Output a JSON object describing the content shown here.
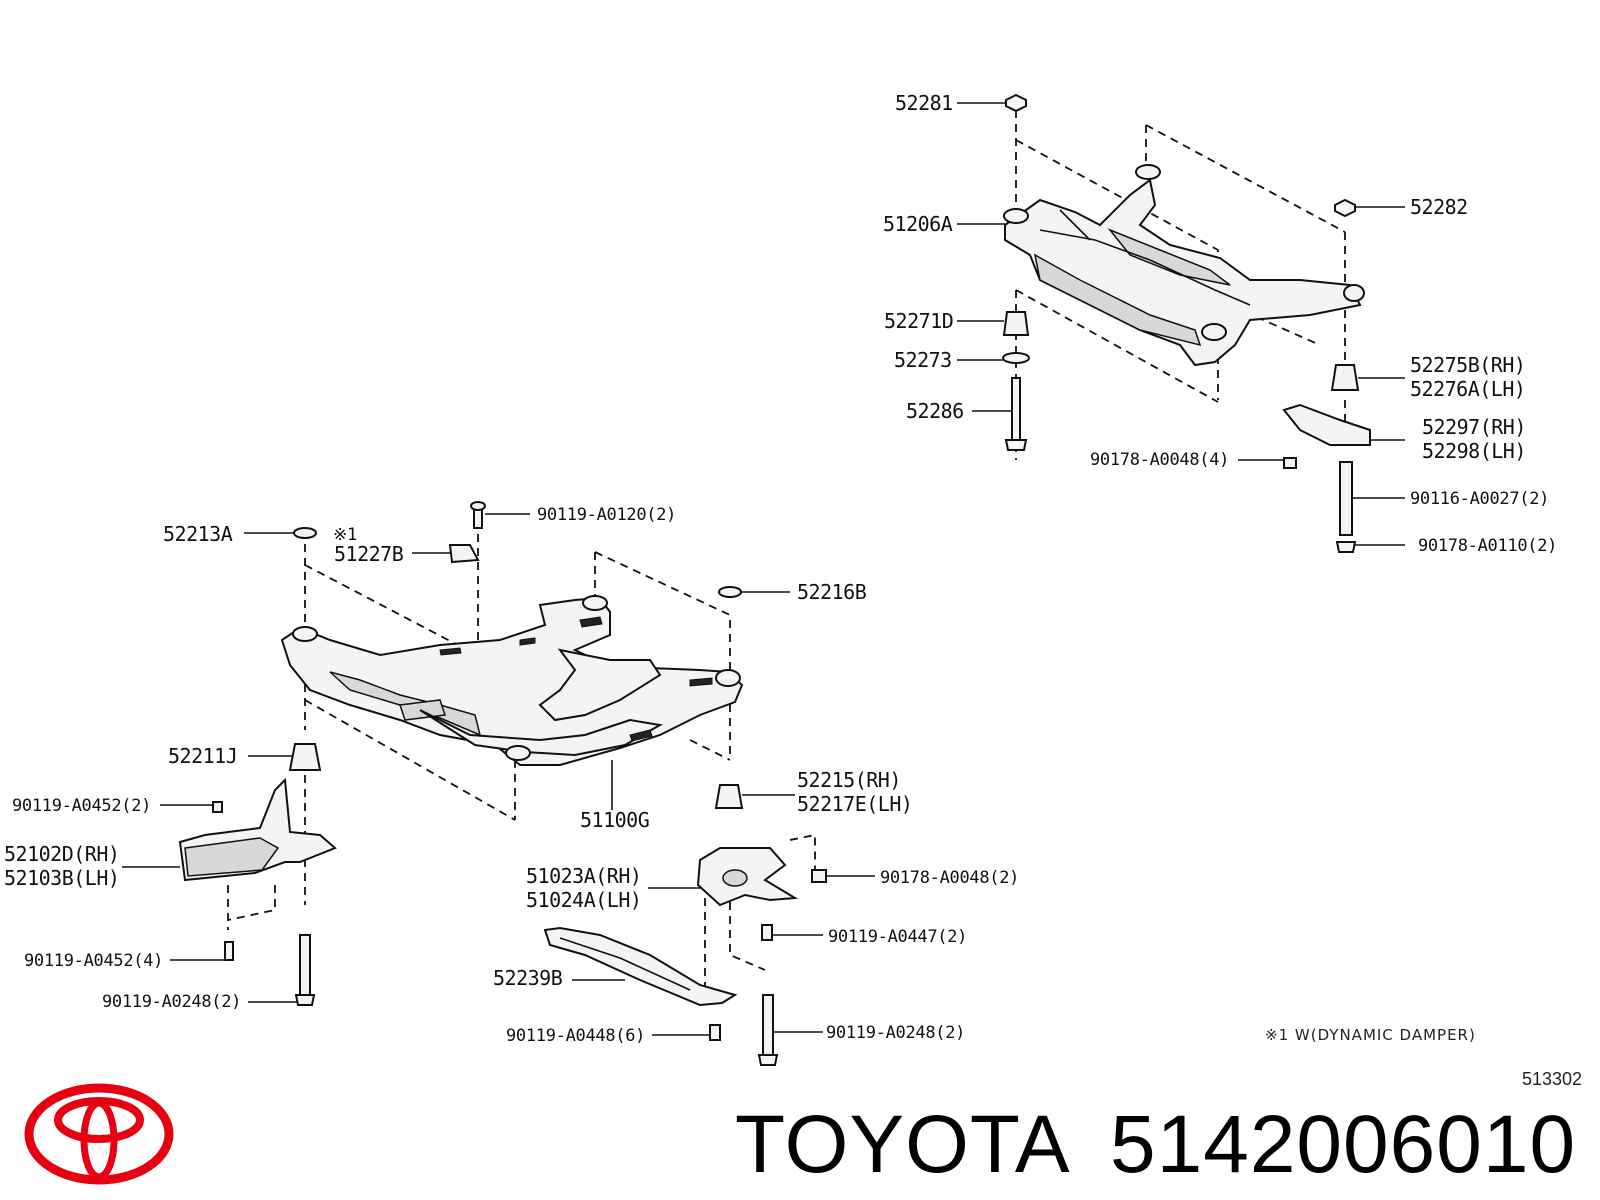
{
  "diagram": {
    "upper_labels": {
      "l52281": "52281",
      "l51206A": "51206A",
      "l52271D": "52271D",
      "l52273": "52273",
      "l52286": "52286",
      "l52282": "52282",
      "l52275B": "52275B(RH)",
      "l52276A": "52276A(LH)",
      "l52297": "52297(RH)",
      "l52298": "52298(LH)",
      "l90178_A0048_4": "90178-A0048(4)",
      "l90116_A0027_2": "90116-A0027(2)",
      "l90178_A0110_2": "90178-A0110(2)"
    },
    "lower_labels": {
      "l52213A": "52213A",
      "l_note_mark": "※1",
      "l51227B": "51227B",
      "l90119_A0120_2": "90119-A0120(2)",
      "l52216B": "52216B",
      "l52211J": "52211J",
      "l90119_A0452_2": "90119-A0452(2)",
      "l52102D": "52102D(RH)",
      "l52103B": "52103B(LH)",
      "l90119_A0452_4": "90119-A0452(4)",
      "l90119_A0248_2a": "90119-A0248(2)",
      "l51100G": "51100G",
      "l52215": "52215(RH)",
      "l52217E": "52217E(LH)",
      "l51023A": "51023A(RH)",
      "l51024A": "51024A(LH)",
      "l90178_A0048_2": "90178-A0048(2)",
      "l90119_A0447_2": "90119-A0447(2)",
      "l52239B": "52239B",
      "l90119_A0448_6": "90119-A0448(6)",
      "l90119_A0248_2b": "90119-A0248(2)"
    },
    "footnote": "※1 W(DYNAMIC DAMPER)",
    "diagram_code": "513302"
  },
  "brand": {
    "name": "TOYOTA",
    "part_number": "5142006010",
    "logo_color": "#e60012"
  }
}
